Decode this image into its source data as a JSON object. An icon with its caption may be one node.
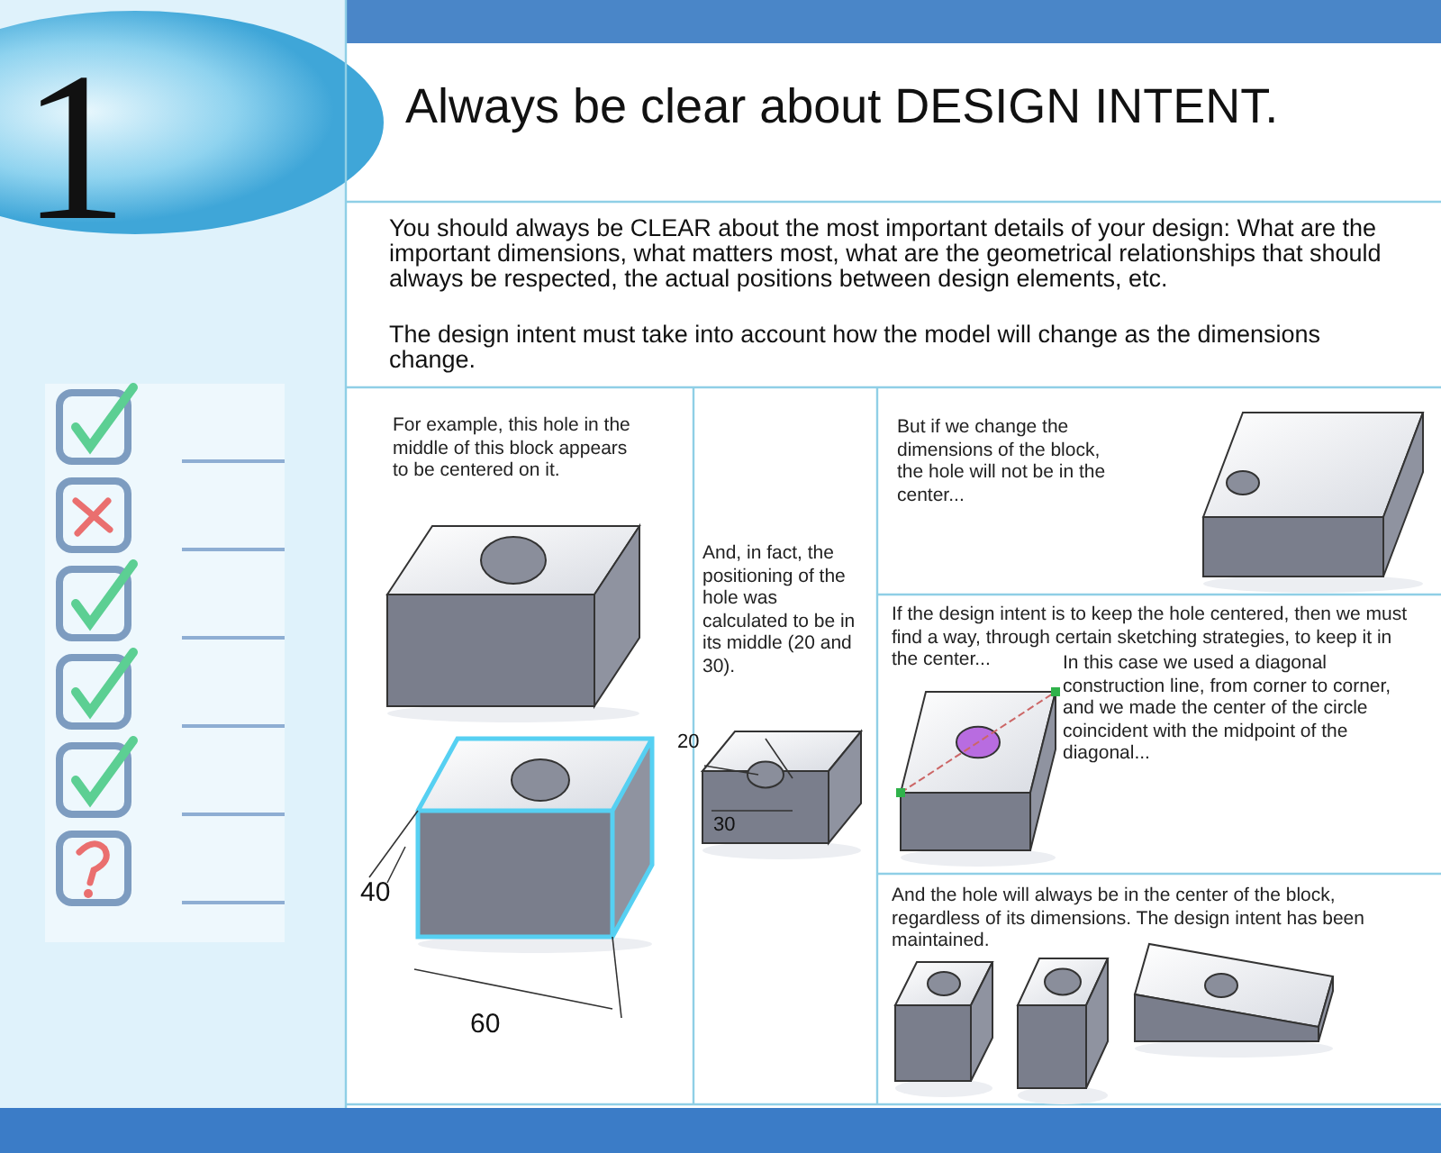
{
  "diagram": {
    "title": "Always be clear about DESIGN INTENT.",
    "nodes": [
      {
        "text": [
          "For example, this hole in the middle of this block appears to be centered on it."
        ]
      },
      {
        "text": [
          "And, in fact, the positioning of the hole was calculated to be in its middle (20 and 30)."
        ]
      },
      {
        "text": [
          "But if we change the dimensions of the block, the hole will not be in the center..."
        ]
      },
      {
        "text": [
          "If the design intent is to keep the hole centered, then we must find a way, through certain sketching strategies, to keep it in the center...",
          "In this case we used a diagonal construction line, from corner to corner, and we made the center of the circle coincident with the midpoint of the diagonal..."
        ]
      },
      {
        "text": [
          "And the hole will always be in the center of the block, regardless of its dimensions. The design intent has been maintained."
        ]
      }
    ],
    "labels": [
      "1",
      "You should always be CLEAR about the most important details of your design: What are the important dimensions, what matters most, what are the geometrical relationships that should always be respected, the actual positions between design elements, etc.",
      "The design intent must take into account how the model will change as the dimensions change.",
      "40",
      "60",
      "20",
      "30"
    ]
  }
}
